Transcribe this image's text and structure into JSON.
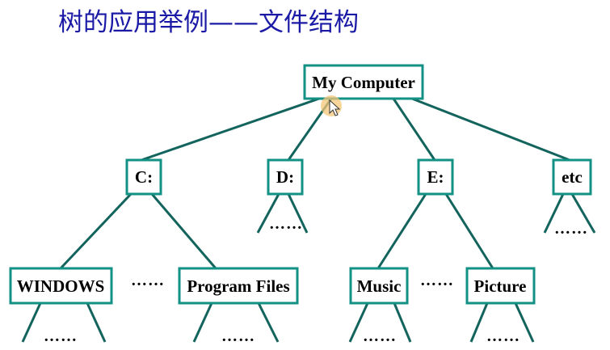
{
  "title": "树的应用举例——文件结构",
  "nodes": {
    "root": "My Computer",
    "c": "C:",
    "d": "D:",
    "e": "E:",
    "etc": "etc",
    "windows": "WINDOWS",
    "program_files": "Program Files",
    "music": "Music",
    "picture": "Picture"
  },
  "ellipsis": "……",
  "colors": {
    "title": "#1a1aa6",
    "node_border": "#139184",
    "edge": "#13645d",
    "cursor_highlight": "#f5c77a"
  },
  "icons": {
    "cursor": "mouse-cursor-icon"
  }
}
